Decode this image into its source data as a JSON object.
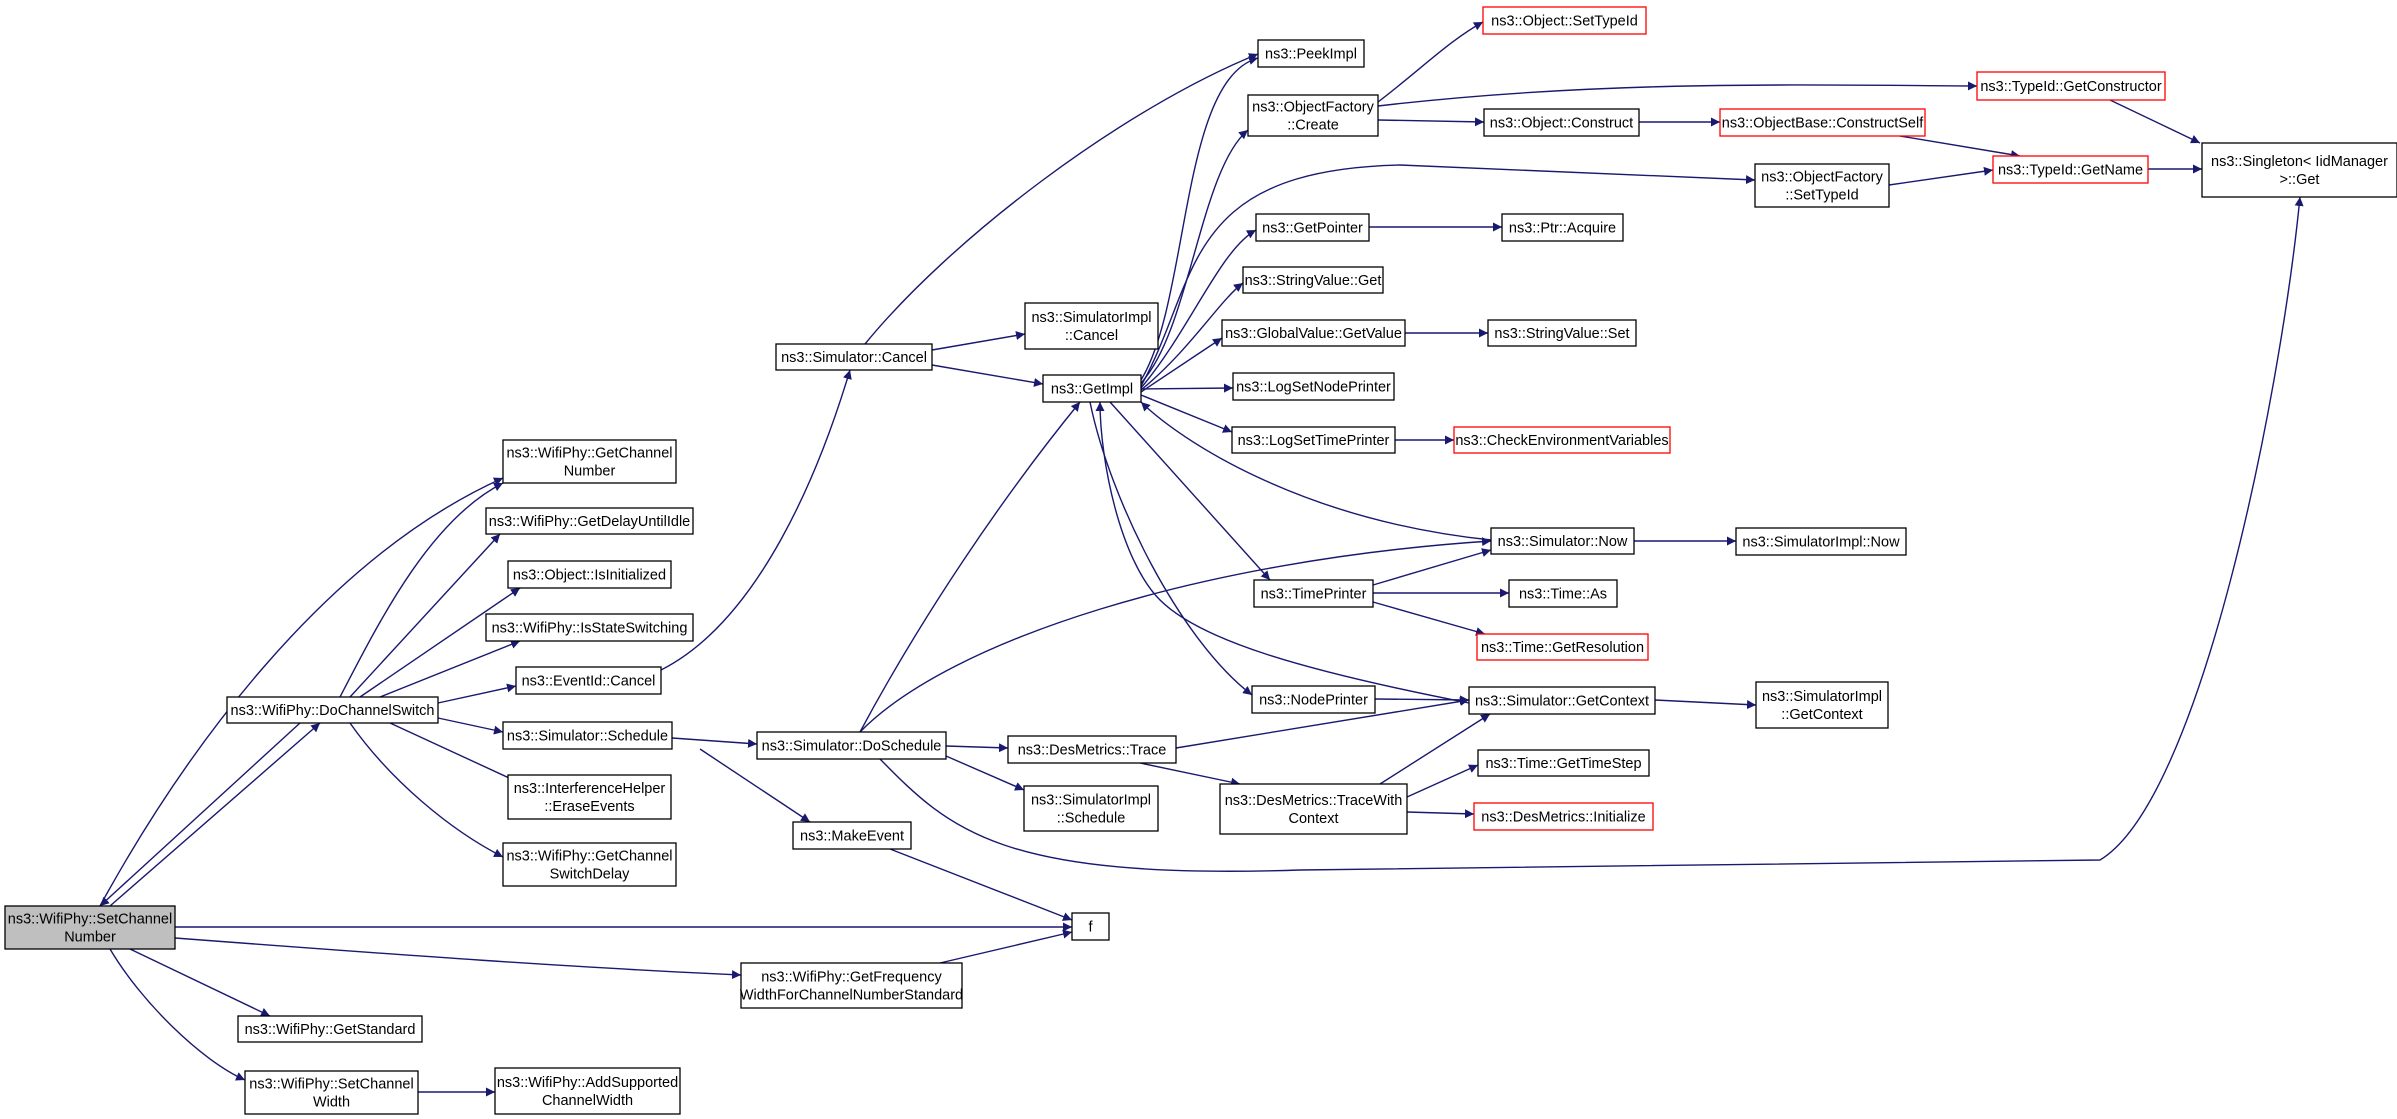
{
  "colors": {
    "edge": "#191970",
    "node_border": "#000000",
    "external_node_border": "#ff0000",
    "root_fill": "#bfbfbf"
  },
  "nodes": [
    {
      "id": "setchan",
      "lines": [
        "ns3::WifiPhy::SetChannel",
        "Number"
      ],
      "kind": "root"
    },
    {
      "id": "dochanswitch",
      "lines": [
        "ns3::WifiPhy::DoChannelSwitch"
      ]
    },
    {
      "id": "getstandard",
      "lines": [
        "ns3::WifiPhy::GetStandard"
      ]
    },
    {
      "id": "setchanw",
      "lines": [
        "ns3::WifiPhy::SetChannel",
        "Width"
      ]
    },
    {
      "id": "addsup",
      "lines": [
        "ns3::WifiPhy::AddSupported",
        "ChannelWidth"
      ]
    },
    {
      "id": "getchan",
      "lines": [
        "ns3::WifiPhy::GetChannel",
        "Number"
      ]
    },
    {
      "id": "getdelay",
      "lines": [
        "ns3::WifiPhy::GetDelayUntilIdle"
      ]
    },
    {
      "id": "isinit",
      "lines": [
        "ns3::Object::IsInitialized"
      ]
    },
    {
      "id": "isstate",
      "lines": [
        "ns3::WifiPhy::IsStateSwitching"
      ]
    },
    {
      "id": "evcancel",
      "lines": [
        "ns3::EventId::Cancel"
      ]
    },
    {
      "id": "simsched",
      "lines": [
        "ns3::Simulator::Schedule"
      ]
    },
    {
      "id": "interf",
      "lines": [
        "ns3::InterferenceHelper",
        "::EraseEvents"
      ]
    },
    {
      "id": "getchsw",
      "lines": [
        "ns3::WifiPhy::GetChannel",
        "SwitchDelay"
      ]
    },
    {
      "id": "simcancel",
      "lines": [
        "ns3::Simulator::Cancel"
      ]
    },
    {
      "id": "dosched",
      "lines": [
        "ns3::Simulator::DoSchedule"
      ]
    },
    {
      "id": "mkevent",
      "lines": [
        "ns3::MakeEvent"
      ]
    },
    {
      "id": "getfreq",
      "lines": [
        "ns3::WifiPhy::GetFrequency",
        "WidthForChannelNumberStandard"
      ]
    },
    {
      "id": "f",
      "lines": [
        "f"
      ]
    },
    {
      "id": "implcancel",
      "lines": [
        "ns3::SimulatorImpl",
        "::Cancel"
      ]
    },
    {
      "id": "getimpl",
      "lines": [
        "ns3::GetImpl"
      ]
    },
    {
      "id": "destrace",
      "lines": [
        "ns3::DesMetrics::Trace"
      ]
    },
    {
      "id": "implsched",
      "lines": [
        "ns3::SimulatorImpl",
        "::Schedule"
      ]
    },
    {
      "id": "peekimpl",
      "lines": [
        "ns3::PeekImpl"
      ]
    },
    {
      "id": "ofcreate",
      "lines": [
        "ns3::ObjectFactory",
        "::Create"
      ]
    },
    {
      "id": "getptr",
      "lines": [
        "ns3::GetPointer"
      ]
    },
    {
      "id": "strget",
      "lines": [
        "ns3::StringValue::Get"
      ]
    },
    {
      "id": "gvget",
      "lines": [
        "ns3::GlobalValue::GetValue"
      ]
    },
    {
      "id": "lognode",
      "lines": [
        "ns3::LogSetNodePrinter"
      ]
    },
    {
      "id": "logtime",
      "lines": [
        "ns3::LogSetTimePrinter"
      ]
    },
    {
      "id": "timeprinter",
      "lines": [
        "ns3::TimePrinter"
      ]
    },
    {
      "id": "nodeprinter",
      "lines": [
        "ns3::NodePrinter"
      ]
    },
    {
      "id": "dmtracew",
      "lines": [
        "ns3::DesMetrics::TraceWith",
        "Context"
      ]
    },
    {
      "id": "setypeid",
      "lines": [
        "ns3::Object::SetTypeId"
      ],
      "kind": "external"
    },
    {
      "id": "objconstruct",
      "lines": [
        "ns3::Object::Construct"
      ]
    },
    {
      "id": "ptracq",
      "lines": [
        "ns3::Ptr::Acquire"
      ]
    },
    {
      "id": "strset",
      "lines": [
        "ns3::StringValue::Set"
      ]
    },
    {
      "id": "checkenv",
      "lines": [
        "ns3::CheckEnvironmentVariables"
      ],
      "kind": "external"
    },
    {
      "id": "simnow",
      "lines": [
        "ns3::Simulator::Now"
      ]
    },
    {
      "id": "timeas",
      "lines": [
        "ns3::Time::As"
      ]
    },
    {
      "id": "timeres",
      "lines": [
        "ns3::Time::GetResolution"
      ],
      "kind": "external"
    },
    {
      "id": "getctx",
      "lines": [
        "ns3::Simulator::GetContext"
      ]
    },
    {
      "id": "gettstep",
      "lines": [
        "ns3::Time::GetTimeStep"
      ]
    },
    {
      "id": "dminit",
      "lines": [
        "ns3::DesMetrics::Initialize"
      ],
      "kind": "external"
    },
    {
      "id": "getcons",
      "lines": [
        "ns3::TypeId::GetConstructor"
      ],
      "kind": "external"
    },
    {
      "id": "objbase",
      "lines": [
        "ns3::ObjectBase::ConstructSelf"
      ],
      "kind": "external"
    },
    {
      "id": "ofsettid",
      "lines": [
        "ns3::ObjectFactory",
        "::SetTypeId"
      ]
    },
    {
      "id": "gettname",
      "lines": [
        "ns3::TypeId::GetName"
      ],
      "kind": "external"
    },
    {
      "id": "implnow",
      "lines": [
        "ns3::SimulatorImpl::Now"
      ]
    },
    {
      "id": "implctx",
      "lines": [
        "ns3::SimulatorImpl",
        "::GetContext"
      ]
    },
    {
      "id": "singleton",
      "lines": [
        "ns3::Singleton< IidManager",
        " >::Get"
      ]
    }
  ]
}
